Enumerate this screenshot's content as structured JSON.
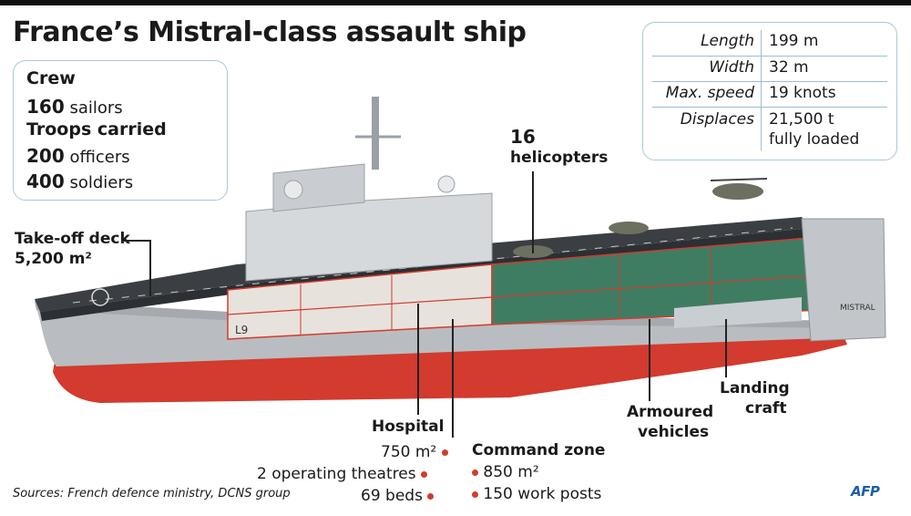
{
  "title": "France’s Mistral-class assault ship",
  "crew": {
    "heading": "Crew",
    "sailors_num": "160",
    "sailors_label": "sailors",
    "troops_heading": "Troops carried",
    "officers_num": "200",
    "officers_label": "officers",
    "soldiers_num": "400",
    "soldiers_label": "soldiers"
  },
  "specs": [
    {
      "label": "Length",
      "value": "199 m"
    },
    {
      "label": "Width",
      "value": "32 m"
    },
    {
      "label": "Max. speed",
      "value": "19 knots"
    },
    {
      "label": "Displaces",
      "value": "21,500 t",
      "value2": "fully loaded"
    }
  ],
  "callouts": {
    "deck_label": "Take-off deck",
    "deck_area": "5,200 m²",
    "heli_num": "16",
    "heli_label": "helicopters",
    "hospital": {
      "label": "Hospital",
      "items": [
        "750 m²",
        "2 operating theatres",
        "69 beds"
      ]
    },
    "command": {
      "label": "Command zone",
      "items": [
        "850 m²",
        "150 work posts"
      ]
    },
    "armoured_1": "Armoured",
    "armoured_2": "vehicles",
    "landing_1": "Landing",
    "landing_2": "craft"
  },
  "ship": {
    "hull_code": "L9",
    "name_plate": "MISTRAL"
  },
  "source": "Sources: French defence ministry, DCNS group",
  "credit": "AFP",
  "colors": {
    "accent_red": "#d23b2e",
    "box_border": "#a8c9dc",
    "hull_grey": "#b9bdc1",
    "deck_dark": "#3b3f44",
    "hangar_green": "#3f7d63"
  }
}
